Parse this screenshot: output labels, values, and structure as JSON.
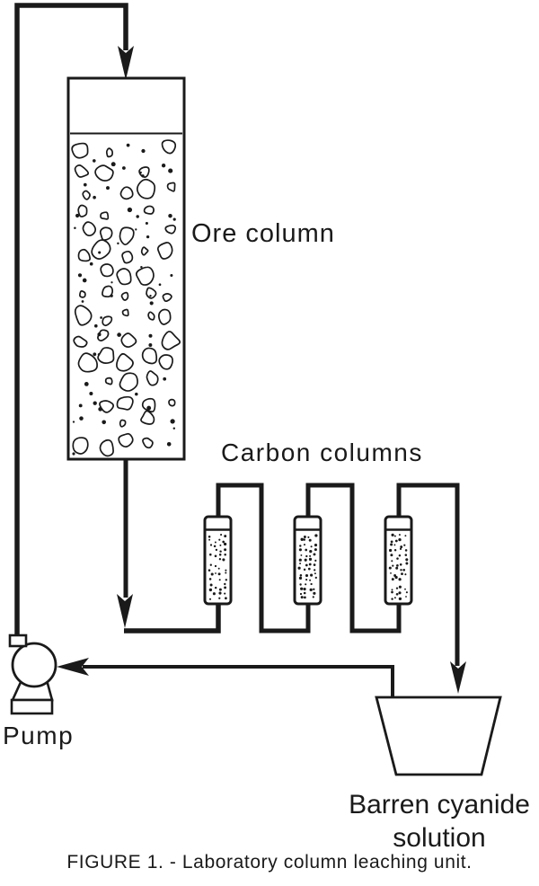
{
  "colors": {
    "ink": "#1a1a1a",
    "paper": "#ffffff"
  },
  "labels": {
    "ore_column": "Ore column",
    "carbon_columns": "Carbon columns",
    "pump": "Pump",
    "barren_solution_line1": "Barren cyanide",
    "barren_solution_line2": "solution"
  },
  "caption": "FIGURE 1. - Laboratory column leaching unit.",
  "diagram": {
    "type": "process_flow",
    "title": "Laboratory column leaching unit",
    "nodes": [
      {
        "id": "pump",
        "label": "Pump",
        "shape": "centrifugal-pump"
      },
      {
        "id": "ore_column",
        "label": "Ore column",
        "shape": "packed-column",
        "fill_texture": "ore-pebbles",
        "headspace": true
      },
      {
        "id": "carbon_column_1",
        "label": "Carbon columns",
        "shape": "small-packed-column",
        "fill_texture": "granular-carbon"
      },
      {
        "id": "carbon_column_2",
        "label": "Carbon columns",
        "shape": "small-packed-column",
        "fill_texture": "granular-carbon"
      },
      {
        "id": "carbon_column_3",
        "label": "Carbon columns",
        "shape": "small-packed-column",
        "fill_texture": "granular-carbon"
      },
      {
        "id": "solution_tank",
        "label": "Barren cyanide solution",
        "shape": "open-tank"
      }
    ],
    "flows": [
      {
        "from": "pump",
        "to": "ore_column",
        "enters": "top",
        "arrow": true
      },
      {
        "from": "ore_column",
        "to": "carbon_column_1",
        "enters": "bottom",
        "arrow": true
      },
      {
        "from": "carbon_column_1",
        "to": "carbon_column_2",
        "enters": "bottom",
        "arrow": false
      },
      {
        "from": "carbon_column_2",
        "to": "carbon_column_3",
        "enters": "bottom",
        "arrow": false
      },
      {
        "from": "carbon_column_3",
        "to": "solution_tank",
        "enters": "top",
        "arrow": true
      },
      {
        "from": "solution_tank",
        "to": "pump",
        "enters": "inlet",
        "arrow": true
      }
    ]
  }
}
